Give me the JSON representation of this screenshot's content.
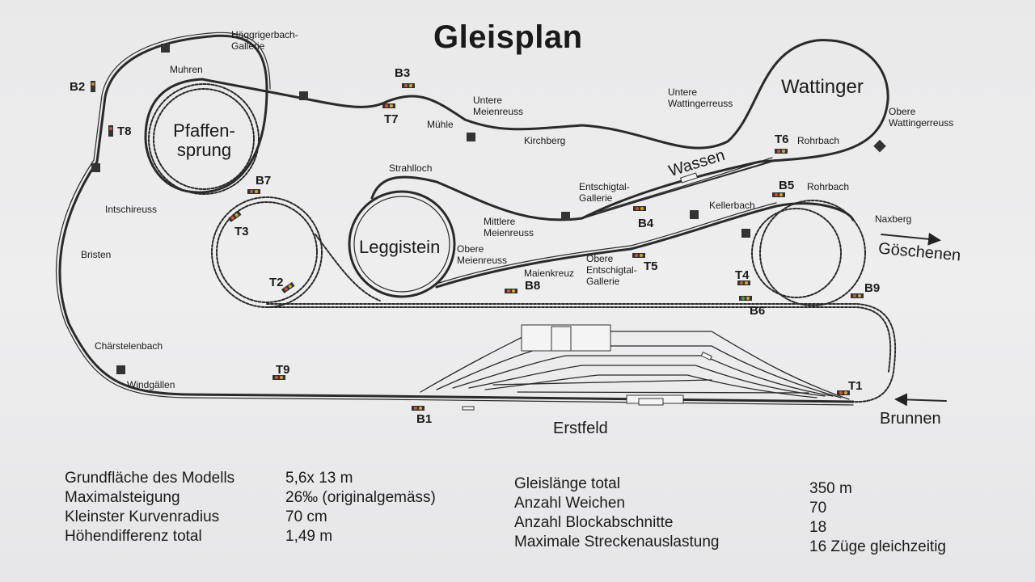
{
  "title": "Gleisplan",
  "places": {
    "haeggrigerbach": "Häggrigerbach-\nGallerie",
    "muhren": "Muhren",
    "pfaffensprung": "Pfaffen-\nsprung",
    "intschireuss": "Intschireuss",
    "bristen": "Bristen",
    "chaerstelenbach": "Chärstelenbach",
    "windgaellen": "Windgällen",
    "muehle": "Mühle",
    "untere_meienreuss": "Untere\nMeienreuss",
    "kirchberg": "Kirchberg",
    "untere_wattingerreuss": "Untere\nWattingerreuss",
    "wattinger": "Wattinger",
    "obere_wattingerreuss": "Obere\nWattingerreuss",
    "rohrbach1": "Rohrbach",
    "wassen": "Wassen",
    "strahlloch": "Strahlloch",
    "entschigtal_gallerie": "Entschigtal-\nGallerie",
    "mittlere_meienreuss": "Mittlere\nMeienreuss",
    "leggistein": "Leggistein",
    "obere_meienreuss": "Obere\nMeienreuss",
    "maienkreuz": "Maienkreuz",
    "obere_entschigtal": "Obere\nEntschigtal-\nGallerie",
    "kellerbach": "Kellerbach",
    "rohrbach2": "Rohrbach",
    "naxberg": "Naxberg",
    "goeschenen": "Göschenen",
    "brunnen": "Brunnen",
    "erstfeld": "Erstfeld"
  },
  "signals": {
    "b1": "B1",
    "b2": "B2",
    "b3": "B3",
    "b4": "B4",
    "b5": "B5",
    "b6": "B6",
    "b7": "B7",
    "b8": "B8",
    "b9": "B9",
    "t1": "T1",
    "t2": "T2",
    "t3": "T3",
    "t4": "T4",
    "t5": "T5",
    "t6": "T6",
    "t7": "T7",
    "t8": "T8",
    "t9": "T9"
  },
  "stats_left": {
    "labels": [
      "Grundfläche des Modells",
      "Maximalsteigung",
      "Kleinster Kurvenradius",
      "Höhendifferenz total"
    ],
    "values": [
      "5,6x  13 m",
      "26‰ (originalgemäss)",
      "70 cm",
      "1,49 m"
    ]
  },
  "stats_right": {
    "labels": [
      "Gleislänge total",
      "Anzahl Weichen",
      "Anzahl Blockabschnitte",
      "Maximale Streckenauslastung"
    ],
    "values": [
      "350 m",
      "70",
      "18",
      "16 Züge gleichzeitig"
    ]
  }
}
